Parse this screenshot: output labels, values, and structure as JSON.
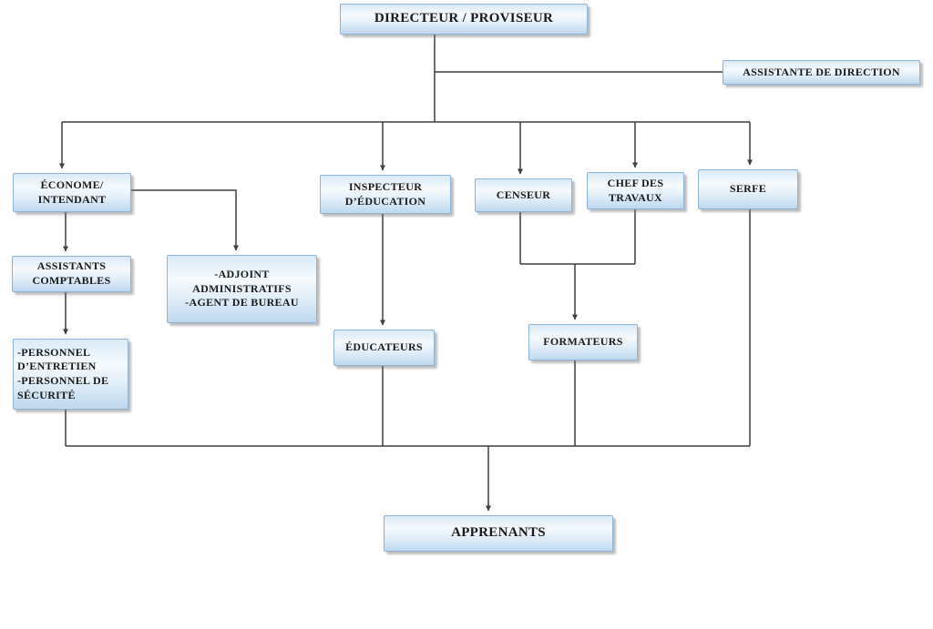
{
  "diagram_type": "organizational-chart",
  "nodes": {
    "directeur": {
      "label": "DIRECTEUR / PROVISEUR"
    },
    "assistante": {
      "label": "ASSISTANTE DE DIRECTION"
    },
    "econome": {
      "label": "ÉCONOME/\nINTENDANT"
    },
    "inspecteur": {
      "label": "INSPECTEUR\nD’ÉDUCATION"
    },
    "censeur": {
      "label": "CENSEUR"
    },
    "chef_travaux": {
      "label": "CHEF DES\nTRAVAUX"
    },
    "serfe": {
      "label": "SERFE"
    },
    "assistants_comptables": {
      "label": "ASSISTANTS\nCOMPTABLES"
    },
    "adjoint": {
      "label": "-ADJOINT\nADMINISTRATIFS\n-AGENT DE BUREAU"
    },
    "personnel": {
      "label": "-PERSONNEL\nD’ENTRETIEN\n-PERSONNEL DE\nSÉCURITÉ"
    },
    "educateurs": {
      "label": "ÉDUCATEURS"
    },
    "formateurs": {
      "label": "FORMATEURS"
    },
    "apprenants": {
      "label": "APPRENANTS"
    }
  },
  "edges": [
    "directeur -> assistante",
    "directeur -> econome",
    "directeur -> inspecteur",
    "directeur -> censeur",
    "directeur -> chef_travaux",
    "directeur -> serfe",
    "econome -> adjoint",
    "econome -> assistants_comptables",
    "assistants_comptables -> personnel",
    "inspecteur -> educateurs",
    "censeur -> formateurs",
    "chef_travaux -> formateurs",
    "personnel -> apprenants",
    "educateurs -> apprenants",
    "formateurs -> apprenants",
    "serfe -> apprenants"
  ],
  "colors": {
    "box_fill_top": "#d9eaf7",
    "box_fill_bottom": "#bed8ee",
    "box_border": "#8eb4d8",
    "connector": "#3f3f3f",
    "background": "#ffffff"
  }
}
